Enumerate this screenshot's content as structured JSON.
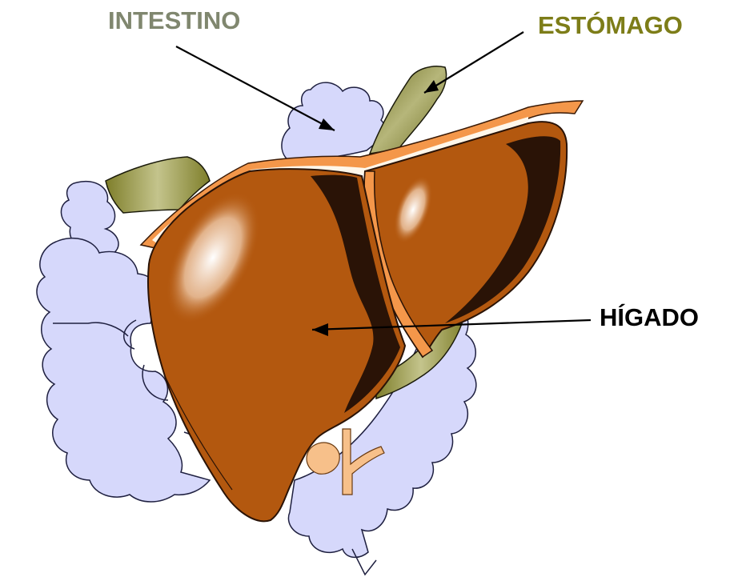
{
  "labels": {
    "intestine": "INTESTINO",
    "stomach": "ESTÓMAGO",
    "liver": "HÍGADO"
  },
  "colors": {
    "intestine_label": "#80876f",
    "stomach_label": "#7d7d18",
    "liver_label": "#000000",
    "intestine_fill": "#d6d8fb",
    "stomach_fill": "#8f8f3a",
    "liver_fill": "#b3580f",
    "liver_rim": "#f4974a",
    "liver_shadow": "#2a1306",
    "gallbladder_fill": "#f7c08a"
  }
}
